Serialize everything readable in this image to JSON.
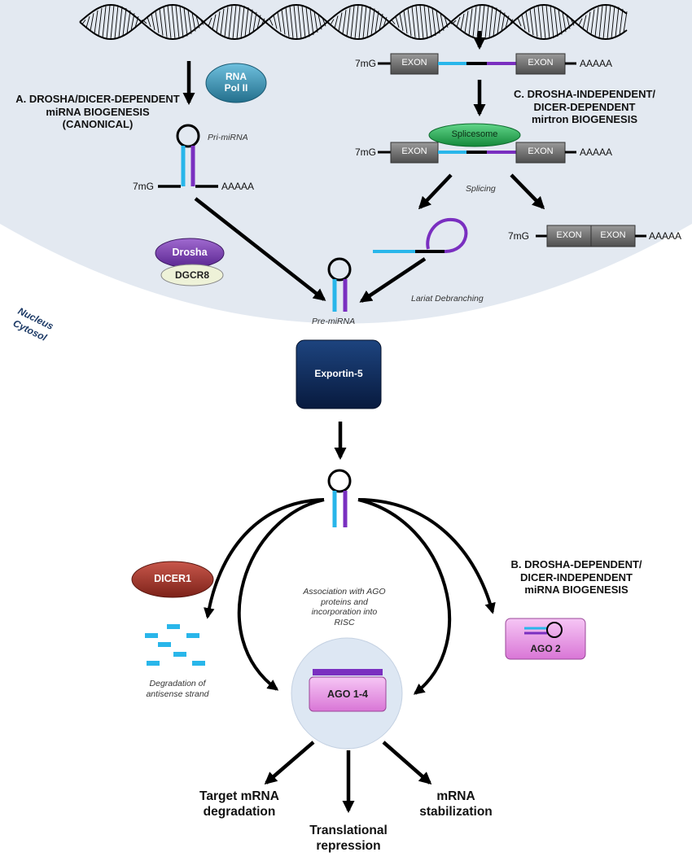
{
  "pathways": {
    "a_title": "A. DROSHA/DICER-DEPENDENT",
    "a_line2": "miRNA BIOGENESIS",
    "a_line3": "(CANONICAL)",
    "b_title": "B. DROSHA-DEPENDENT/",
    "b_line2": "DICER-INDEPENDENT",
    "b_line3": "miRNA BIOGENESIS",
    "c_title": "C. DROSHA-INDEPENDENT/",
    "c_line2": "DICER-DEPENDENT",
    "c_line3": "mirtron BIOGENESIS"
  },
  "proteins": {
    "rna_pol_line1": "RNA",
    "rna_pol_line2": "Pol II",
    "drosha": "Drosha",
    "dgcr8": "DGCR8",
    "spliceosome": "Splicesome",
    "exportin": "Exportin-5",
    "dicer": "DICER1",
    "ago2": "AGO 2",
    "ago14": "AGO 1-4"
  },
  "rna": {
    "cap": "7mG",
    "polya": "AAAAA",
    "exon": "EXON",
    "pri_mirna": "Pri-miRNA",
    "pre_mirna": "Pre-miRNA"
  },
  "steps": {
    "splicing": "Splicing",
    "lariat": "Lariat Debranching",
    "degradation_line1": "Degradation of",
    "degradation_line2": "antisense strand",
    "association_line1": "Association with AGO",
    "association_line2": "proteins and",
    "association_line3": "incorporation into",
    "association_line4": "RISC"
  },
  "compartments": {
    "nucleus": "Nucleus",
    "cytosol": "Cytosol"
  },
  "outcomes": {
    "target_line1": "Target mRNA",
    "target_line2": "degradation",
    "translational_line1": "Translational",
    "translational_line2": "repression",
    "stabilization_line1": "mRNA",
    "stabilization_line2": "stabilization"
  },
  "colors": {
    "nucleus_fill": "#e3e9f1",
    "cyan_strand": "#29b6ea",
    "purple_strand": "#7a2fc0",
    "exon_box": "#6b6b6b",
    "rna_pol": "#3a8fb0",
    "drosha": "#7b3fb0",
    "dgcr8": "#eef2d8",
    "spliceosome": "#1fae4a",
    "exportin": "#0e2a5e",
    "dicer": "#a3372d",
    "ago": "#f1a8f0",
    "risc_circle": "#dde7f3"
  }
}
